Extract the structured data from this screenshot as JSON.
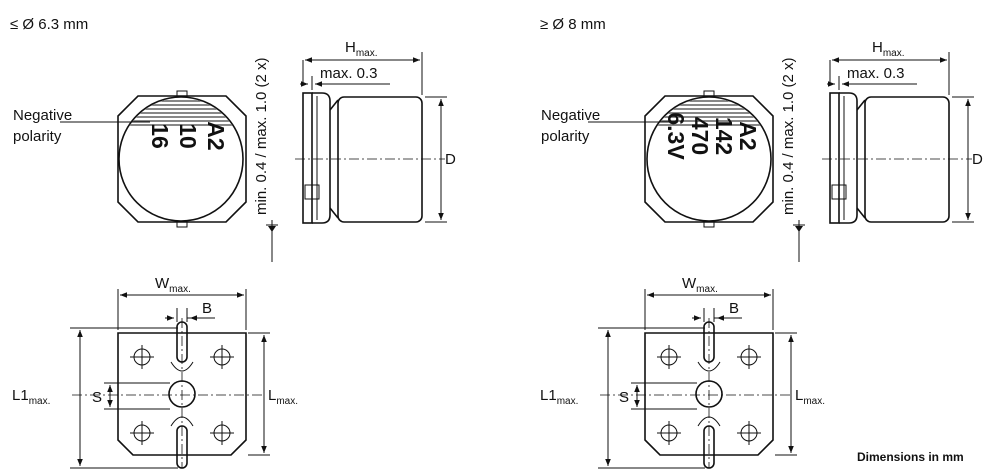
{
  "left": {
    "title": "≤ Ø 6.3 mm",
    "negative_polarity": [
      "Negative",
      "polarity"
    ],
    "marking": [
      "A2",
      "10",
      "16"
    ],
    "vertical_dim": "min. 0.4 / max. 1.0 (2 x)",
    "h_max": "H",
    "max_sub": "max.",
    "max03": "max. 0.3",
    "d": "D",
    "w": "W",
    "b": "B",
    "l1": "L1",
    "s": "S",
    "l": "L"
  },
  "right": {
    "title": "≥ Ø 8 mm",
    "negative_polarity": [
      "Negative",
      "polarity"
    ],
    "marking": [
      "A2",
      "142",
      "470",
      "6.3V"
    ],
    "vertical_dim": "min. 0.4 / max. 1.0 (2 x)",
    "h_max": "H",
    "max_sub": "max.",
    "max03": "max. 0.3",
    "d": "D",
    "w": "W",
    "b": "B",
    "l1": "L1",
    "s": "S",
    "l": "L"
  },
  "footer": "Dimensions in mm"
}
